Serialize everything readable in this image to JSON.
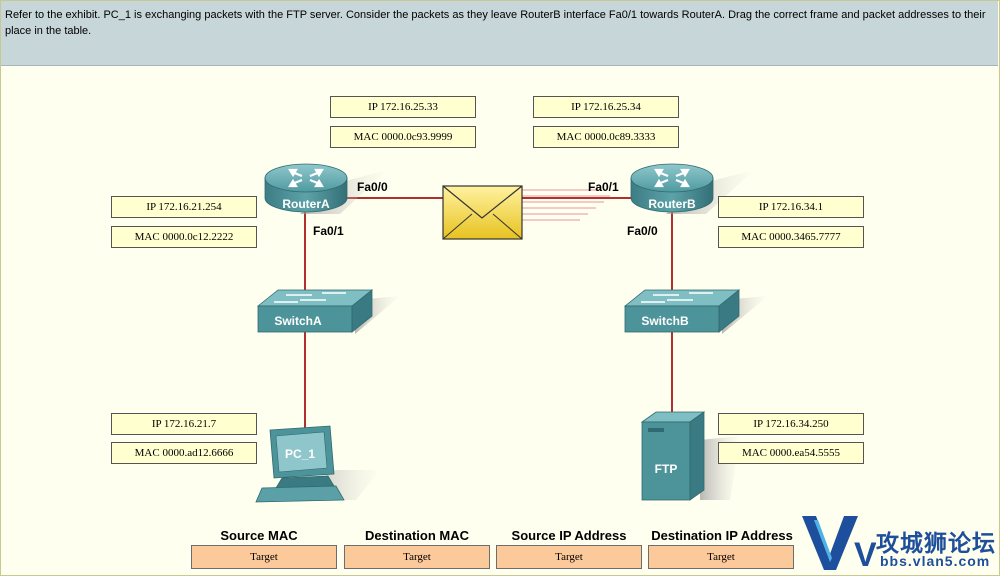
{
  "instructions": "Refer to the exhibit. PC_1 is exchanging packets with the FTP server. Consider the packets as they leave RouterB interface Fa0/1 towards RouterA. Drag the correct frame and packet addresses to their place in the table.",
  "devices": {
    "routerA": {
      "name": "RouterA"
    },
    "routerB": {
      "name": "RouterB"
    },
    "switchA": {
      "name": "SwitchA"
    },
    "switchB": {
      "name": "SwitchB"
    },
    "pc1": {
      "name": "PC_1"
    },
    "ftp": {
      "name": "FTP"
    }
  },
  "interfaces": {
    "routerA_fa00": "Fa0/0",
    "routerA_fa01": "Fa0/1",
    "routerB_fa01": "Fa0/1",
    "routerB_fa00": "Fa0/0"
  },
  "addresses": {
    "routerA_wan_ip": "IP 172.16.25.33",
    "routerA_wan_mac": "MAC 0000.0c93.9999",
    "routerB_wan_ip": "IP 172.16.25.34",
    "routerB_wan_mac": "MAC 0000.0c89.3333",
    "routerA_lan_ip": "IP 172.16.21.254",
    "routerA_lan_mac": "MAC 0000.0c12.2222",
    "routerB_lan_ip": "IP 172.16.34.1",
    "routerB_lan_mac": "MAC 0000.3465.7777",
    "pc1_ip": "IP 172.16.21.7",
    "pc1_mac": "MAC 0000.ad12.6666",
    "ftp_ip": "IP 172.16.34.250",
    "ftp_mac": "MAC 0000.ea54.5555"
  },
  "table": {
    "headers": [
      "Source MAC",
      "Destination MAC",
      "Source IP Address",
      "Destination IP Address"
    ],
    "targets": [
      "Target",
      "Target",
      "Target",
      "Target"
    ]
  },
  "watermark": {
    "text": "攻城狮论坛",
    "url": "bbs.vlan5.com",
    "logo": "V5"
  },
  "colors": {
    "header_bg": "#c7d7d9",
    "device_teal": "#3f8a92",
    "link_red": "#b03030",
    "target_bg": "#fcc99a",
    "box_bg": "#ffffd0",
    "envelope": "#f2d23a"
  }
}
